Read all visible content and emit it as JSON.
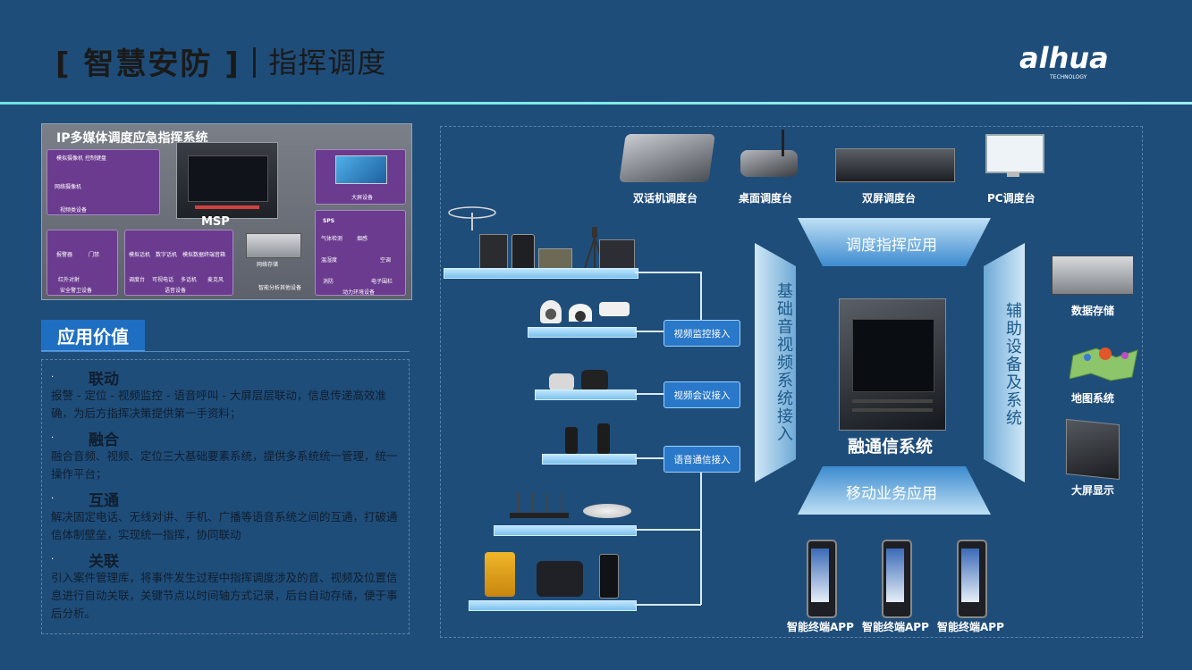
{
  "header": {
    "title_bracket": "[ 智慧安防 ]",
    "title_separator": "|",
    "title_sub": "指挥调度",
    "logo_text": "alhua",
    "logo_sub": "TECHNOLOGY"
  },
  "ipms": {
    "title": "IP多媒体调度应急指挥系统",
    "msp": "MSP",
    "labels": {
      "broadcast": "模拟摄像机",
      "control": "控制键盘",
      "network_cam": "网络摄像机",
      "video_group": "视频类设备",
      "bigscreen": "大屏设备",
      "alarm": "报警器",
      "door": "门禁",
      "infrared": "红外对射",
      "security_group": "安全警卫设备",
      "analog_phone": "模拟话机",
      "digital_phone": "数字话机",
      "cordless": "模拟数据终端",
      "speaker": "音箱",
      "dispatch": "调度台",
      "video_phone": "可视电话",
      "multi_phone": "多话机",
      "mic": "麦克风",
      "voice_group": "语音设备",
      "nvr": "网络存储",
      "analysis": "智能分析其他设备",
      "sps": "SPS",
      "sensor": "气体检测",
      "humidity": "温湿度",
      "ac": "空调",
      "fire": "消防",
      "smoke": "烟感",
      "meter": "电子围栏",
      "env_group": "动力环境设备"
    }
  },
  "value": {
    "title": "应用价值",
    "items": [
      {
        "bullet": "·",
        "name": "联动",
        "text": "报警 - 定位 - 视频监控 - 语音呼叫 - 大屏层层联动，信息传递高效准确，为后方指挥决策提供第一手资料；"
      },
      {
        "bullet": "·",
        "name": "融合",
        "text": "融合音频、视频、定位三大基础要素系统，提供多系统统一管理，统一操作平台；"
      },
      {
        "bullet": "·",
        "name": "互通",
        "text": "解决固定电话、无线对讲、手机、广播等语音系统之间的互通，打破通信体制壁垒，实现统一指挥，协同联动"
      },
      {
        "bullet": "·",
        "name": "关联",
        "text": "引入案件管理库，将事件发生过程中指挥调度涉及的音、视频及位置信息进行自动关联，关键节点以时间轴方式记录，后台自动存储，便于事后分析。"
      }
    ]
  },
  "diagram": {
    "top_devices": [
      "双话机调度台",
      "桌面调度台",
      "双屏调度台",
      "PC调度台"
    ],
    "access_buttons": [
      "视频监控接入",
      "视频会议接入",
      "语音通信接入"
    ],
    "top_app": "调度指挥应用",
    "bottom_app": "移动业务应用",
    "left_banner": "基础音视频系统接入",
    "right_banner": "辅助设备及系统",
    "core": "融通信系统",
    "right_devices": [
      "数据存储",
      "地图系统",
      "大屏显示"
    ],
    "terminals": [
      "智能终端APP",
      "智能终端APP",
      "智能终端APP"
    ]
  }
}
